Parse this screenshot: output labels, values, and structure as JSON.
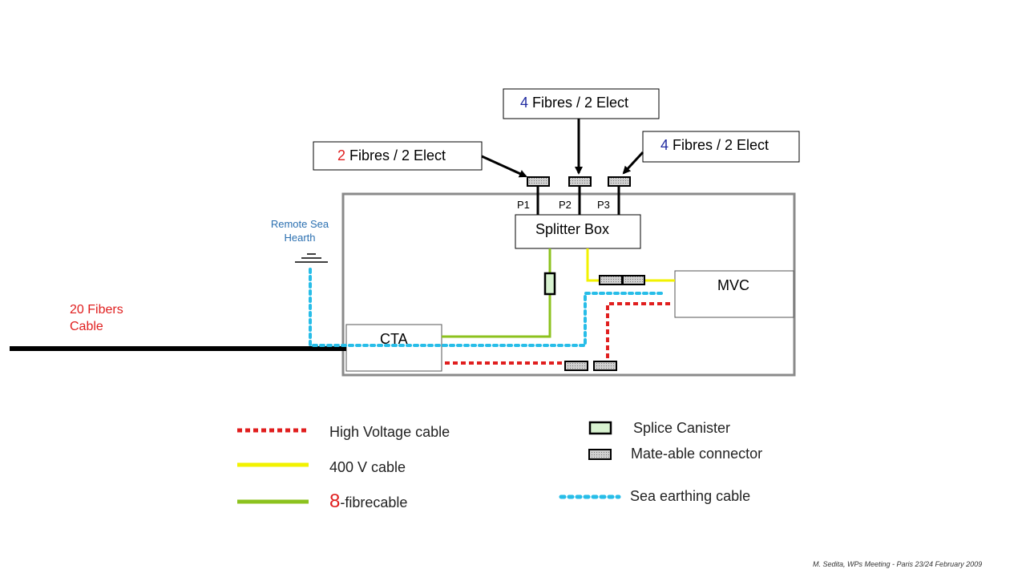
{
  "callouts": {
    "p1": {
      "num": "2",
      "rest": " Fibres / 2 Elect"
    },
    "p2": {
      "num": "4",
      "rest": " Fibres / 2 Elect"
    },
    "p3": {
      "num": "4",
      "rest": " Fibres / 2 Elect"
    }
  },
  "ports": [
    "P1",
    "P2",
    "P3"
  ],
  "splitter_box": "Splitter Box",
  "mvc": "MVC",
  "cta": "CTA",
  "remote_sea": "Remote Sea\nHearth",
  "fibers_cable": "20 Fibers\nCable",
  "legend": {
    "high_voltage": "High Voltage cable",
    "v400": "400 V cable",
    "fibre_num": "8",
    "fibre_rest": "-fibrecable",
    "splice": "Splice Canister",
    "mateable": "Mate-able connector",
    "sea_earth": "Sea earthing cable"
  },
  "footer": "M. Sedita, WPs Meeting - Paris 23/24 February 2009",
  "colors": {
    "high_voltage": "#e01e1e",
    "v400": "#f2f200",
    "fibre": "#8cc21e",
    "sea_earth": "#27bde8",
    "frame": "#8a8a8a",
    "callout_red": "#e01e1e",
    "callout_blue": "#1f2aa0"
  }
}
